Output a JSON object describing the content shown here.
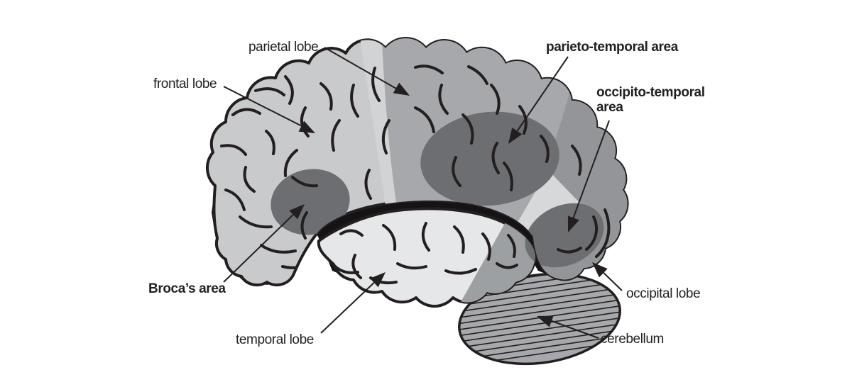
{
  "figure": {
    "type": "labeled-brain-diagram",
    "background": "#ffffff",
    "labels": {
      "parietal_lobe": "parietal lobe",
      "frontal_lobe": "frontal lobe",
      "parieto_temporal_area": "parieto-temporal area",
      "occipito_temporal_area": "occipito-temporal\narea",
      "brocas_area": "Broca’s area",
      "temporal_lobe": "temporal lobe",
      "occipital_lobe": "occipital lobe",
      "cerebellum": "cerebellum"
    },
    "colors": {
      "outline": "#231f20",
      "label_text": "#231f20",
      "leader_line": "#231f20",
      "fissure_fill": "#161314",
      "frontal_lobe_fill": "#c9cacb",
      "boundary_strip_fill": "#d2d3d5",
      "parietal_lobe_fill": "#a6a8ab",
      "temporal_lobe_fill": "#e6e7e8",
      "temporal_back_shade_fill": "#9da0a2",
      "occipital_lobe_fill": "#939598",
      "light_wedge_fill": "#d7d8da",
      "highlight_area_fill": "#6d6e71",
      "cerebellum_fill": "#a6a8ab"
    }
  }
}
